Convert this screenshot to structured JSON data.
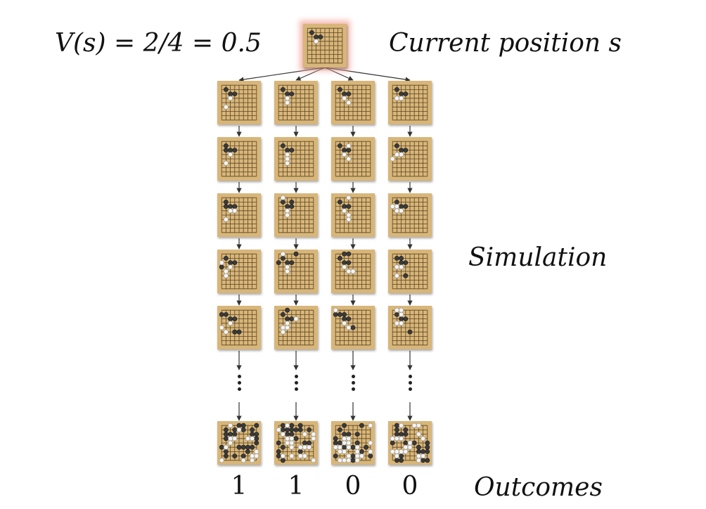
{
  "formula": "V(s) = 2/4 = 0.5",
  "current_label": "Current position s",
  "simulation_label": "Simulation",
  "outcomes_label": "Outcomes",
  "outcomes": [
    "1",
    "1",
    "0",
    "0"
  ],
  "colors": {
    "board": "#d8b679",
    "grid": "#5a4526",
    "highlight": "#f2a59b",
    "black_stone": "#3a3a3a",
    "white_stone": "#f4f4f4"
  }
}
